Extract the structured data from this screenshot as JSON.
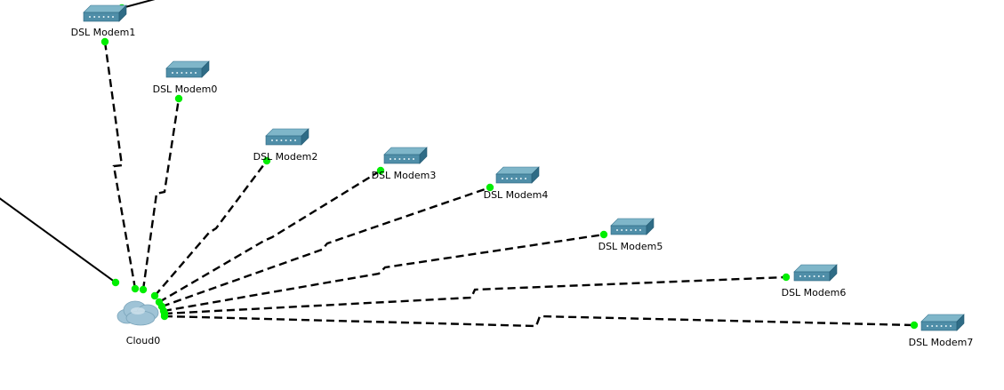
{
  "theme": {
    "background": "#ffffff",
    "link_color": "#000000",
    "port_led_color": "#00ee00",
    "modem_top_color": "#7fb6c9",
    "modem_front_color": "#4f8ea8",
    "modem_side_color": "#2f6c86",
    "cloud_color": "#9fc3d6"
  },
  "devices": [
    {
      "id": "cloud0",
      "type": "cloud",
      "label": "Cloud0",
      "icon": "cloud-icon"
    },
    {
      "id": "modem1",
      "type": "dsl-modem",
      "label": "DSL Modem1",
      "icon": "dsl-modem-icon"
    },
    {
      "id": "modem0",
      "type": "dsl-modem",
      "label": "DSL Modem0",
      "icon": "dsl-modem-icon"
    },
    {
      "id": "modem2",
      "type": "dsl-modem",
      "label": "DSL Modem2",
      "icon": "dsl-modem-icon"
    },
    {
      "id": "modem3",
      "type": "dsl-modem",
      "label": "DSL Modem3",
      "icon": "dsl-modem-icon"
    },
    {
      "id": "modem4",
      "type": "dsl-modem",
      "label": "DSL Modem4",
      "icon": "dsl-modem-icon"
    },
    {
      "id": "modem5",
      "type": "dsl-modem",
      "label": "DSL Modem5",
      "icon": "dsl-modem-icon"
    },
    {
      "id": "modem6",
      "type": "dsl-modem",
      "label": "DSL Modem6",
      "icon": "dsl-modem-icon"
    },
    {
      "id": "modem7",
      "type": "dsl-modem",
      "label": "DSL Modem7",
      "icon": "dsl-modem-icon"
    }
  ],
  "links": [
    {
      "from": "cloud0",
      "to": "modem1",
      "style": "phone-dashed"
    },
    {
      "from": "cloud0",
      "to": "modem0",
      "style": "phone-dashed"
    },
    {
      "from": "cloud0",
      "to": "modem2",
      "style": "phone-dashed"
    },
    {
      "from": "cloud0",
      "to": "modem3",
      "style": "phone-dashed"
    },
    {
      "from": "cloud0",
      "to": "modem4",
      "style": "phone-dashed"
    },
    {
      "from": "cloud0",
      "to": "modem5",
      "style": "phone-dashed"
    },
    {
      "from": "cloud0",
      "to": "modem6",
      "style": "phone-dashed"
    },
    {
      "from": "cloud0",
      "to": "modem7",
      "style": "phone-dashed"
    },
    {
      "from": "cloud0",
      "to": "offscreen-left",
      "style": "solid"
    },
    {
      "from": "modem1",
      "to": "offscreen-top",
      "style": "solid"
    }
  ]
}
